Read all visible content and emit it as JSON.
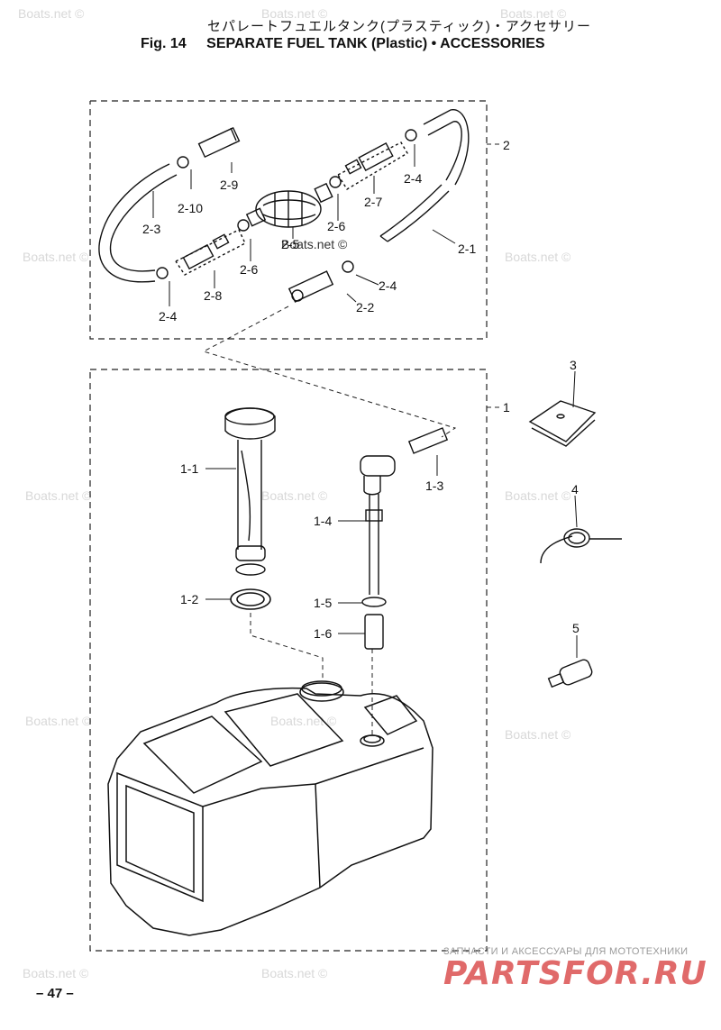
{
  "header": {
    "title_jp": "セパレートフュエルタンク(プラスティック)・アクセサリー",
    "fig_label": "Fig. 14",
    "title_en": "SEPARATE FUEL TANK (Plastic) • ACCESSORIES"
  },
  "callouts": {
    "group_2": "2",
    "group_1": "1",
    "c_2_1": "2-1",
    "c_2_2": "2-2",
    "c_2_3": "2-3",
    "c_2_4_a": "2-4",
    "c_2_4_b": "2-4",
    "c_2_4_c": "2-4",
    "c_2_5": "2-5",
    "c_2_6_a": "2-6",
    "c_2_6_b": "2-6",
    "c_2_7": "2-7",
    "c_2_8": "2-8",
    "c_2_9": "2-9",
    "c_2_10": "2-10",
    "c_1_1": "1-1",
    "c_1_2": "1-2",
    "c_1_3": "1-3",
    "c_1_4": "1-4",
    "c_1_5": "1-5",
    "c_1_6": "1-6",
    "c_3": "3",
    "c_4": "4",
    "c_5": "5"
  },
  "watermark": "Boats.net ©",
  "footer": {
    "page_number": "– 47 –",
    "promo_text": "ЗАПЧАСТИ И АКСЕССУАРЫ ДЛЯ МОТОТЕХНИКИ",
    "promo_logo": "PARTSFOR.RU"
  }
}
